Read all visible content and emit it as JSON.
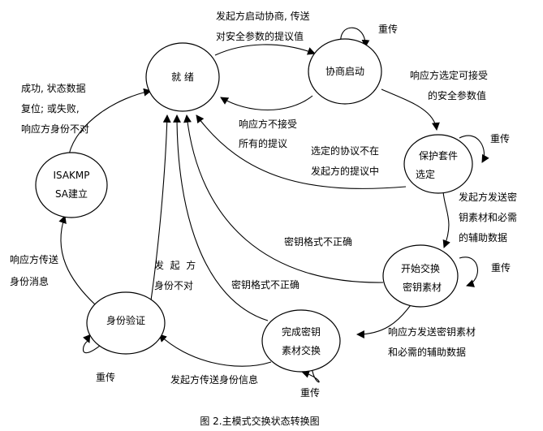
{
  "nodes": {
    "ready": "就  绪",
    "negotiation": "协商启动",
    "protect_suite": [
      "保护套件",
      "选定"
    ],
    "start_key_exchange": [
      "开始交换",
      "密钥素材"
    ],
    "complete_key_exchange": [
      "完成密钥",
      "素材交换"
    ],
    "identity_verify": "身份验证",
    "isakmp_sa": [
      "ISAKMP",
      "SA建立"
    ]
  },
  "edges": {
    "ready_to_negotiation": [
      "发起方启动协商, 传送",
      "对安全参数的提议值"
    ],
    "negotiation_retry": "重传",
    "negotiation_to_ready": [
      "响应方不接受",
      "所有的提议"
    ],
    "negotiation_to_protect": [
      "响应方选定可接受",
      "的安全参数值"
    ],
    "protect_retry": "重传",
    "protect_to_ready": [
      "选定的协议不在",
      "发起方的提议中"
    ],
    "protect_to_start": [
      "发起方发送密",
      "钥素材和必需",
      "的辅助数据"
    ],
    "start_retry": "重传",
    "start_to_ready": "密钥格式不正确",
    "start_to_complete": [
      "响应方发送密钥素材",
      "和必需的辅助数据"
    ],
    "complete_retry": "重传",
    "complete_to_ready": "密钥格式不正确",
    "complete_to_identity": "发起方传送身份信息",
    "identity_retry": "重传",
    "identity_to_ready": [
      "发  起  方",
      "身份不对"
    ],
    "identity_to_isakmp": [
      "响应方传送",
      "身份消息"
    ],
    "isakmp_to_ready": [
      "成功, 状态数据",
      "复位; 或失败,",
      "响应方身份不对"
    ]
  },
  "caption": "图 2.主模式交换状态转换图"
}
